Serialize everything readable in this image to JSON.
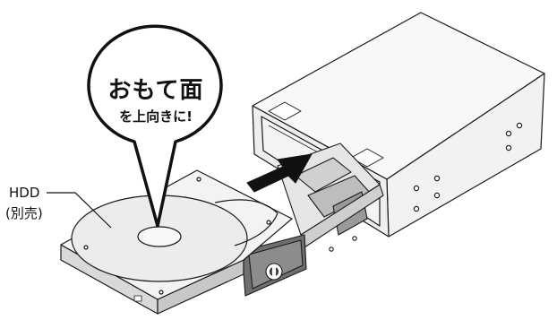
{
  "callout": {
    "title": "おもて面",
    "subtitle": "を上向きに!"
  },
  "hdd_label": {
    "name": "HDD",
    "note": "(別売)"
  },
  "colors": {
    "line": "#1a1a1a",
    "fill_light": "#f7f7f7",
    "fill_mid": "#cfcfcf",
    "fill_dark": "#7a7a7a",
    "arrow": "#111111"
  }
}
